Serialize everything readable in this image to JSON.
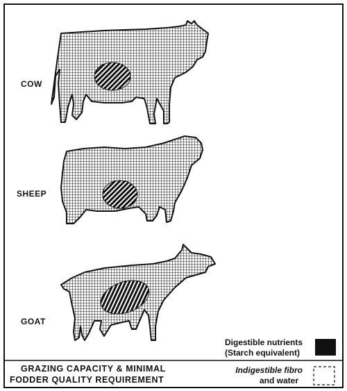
{
  "animals": [
    {
      "name": "cow",
      "label": "COW"
    },
    {
      "name": "sheep",
      "label": "SHEEP"
    },
    {
      "name": "goat",
      "label": "GOAT"
    }
  ],
  "legend": {
    "digestible": {
      "line1": "Digestible nutrients",
      "line2": "(Starch equivalent)"
    },
    "indigestible": {
      "line1": "Indigestible fibro",
      "line2": "and water"
    }
  },
  "caption": {
    "line1": "GRAZING CAPACITY & MINIMAL",
    "line2": "FODDER QUALITY REQUIREMENT"
  },
  "colors": {
    "ink": "#111111",
    "paper": "#ffffff",
    "body_fill": "#9a9a9a"
  }
}
